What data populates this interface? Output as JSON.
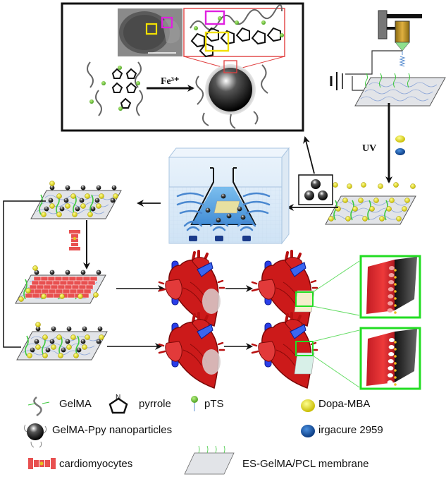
{
  "figure": {
    "panel_top": {
      "reaction_label": "Fe³⁺",
      "tem_image": "tem-micrograph-nanoparticle",
      "highlight_colors": {
        "pegma_box": "#e020e0",
        "ppy_box": "#f2e000",
        "zoom_box": "#e04040"
      }
    },
    "process": {
      "uv_label": "UV",
      "steps": [
        "electrospinning",
        "uv-crosslinking-with-dopa-mba-and-irgacure",
        "nanoparticle-deposition-ultrasonic-bath",
        "cardiomyocyte-seeding",
        "implantation-on-heart"
      ]
    },
    "colors": {
      "membrane_fill": "#dfe2e6",
      "gelma_green": "#3cc83c",
      "dopa_yellow": "#e6dc10",
      "irgacure_blue": "#1f5fb0",
      "heart_red": "#c81818",
      "vessel_blue": "#2840e0",
      "highlight_green": "#22dd22",
      "cardiomyocyte_red": "#e85050"
    },
    "legend": [
      {
        "id": "gelma",
        "icon": "gelma-chain-icon",
        "label": "GelMA"
      },
      {
        "id": "pyrrole",
        "icon": "pyrrole-ring-icon",
        "label": "pyrrole",
        "atom": "N"
      },
      {
        "id": "pts",
        "icon": "pts-pin-icon",
        "label": "pTS"
      },
      {
        "id": "dopa",
        "icon": "dopa-mba-dot-icon",
        "label": "Dopa-MBA"
      },
      {
        "id": "nanoparticles",
        "icon": "nanoparticle-icon",
        "label": "GelMA-Ppy nanoparticles"
      },
      {
        "id": "irgacure",
        "icon": "irgacure-dot-icon",
        "label": "irgacure 2959"
      },
      {
        "id": "cardiomyocytes",
        "icon": "cardiomyocyte-icon",
        "label": "cardiomyocytes"
      },
      {
        "id": "membrane",
        "icon": "membrane-icon",
        "label": "ES-GelMA/PCL membrane"
      }
    ]
  }
}
